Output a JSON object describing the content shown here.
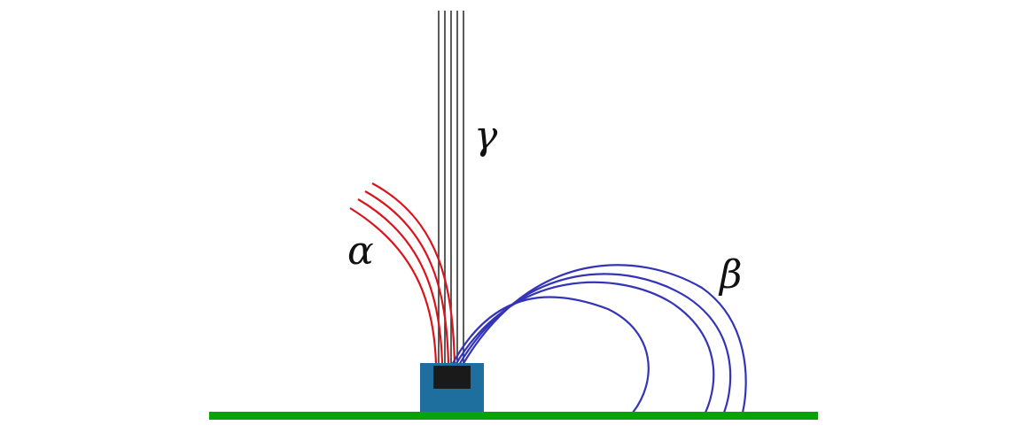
{
  "labels": {
    "alpha": "α",
    "beta": "β",
    "gamma": "γ"
  },
  "colors": {
    "background": "#ffffff",
    "ground": "#0aa10a",
    "source_box": "#1f6f9e",
    "source_core": "#1a1a1a",
    "alpha_rays": "#d9141b",
    "beta_rays": "#3434b8",
    "gamma_rays": "#333333"
  },
  "rays": {
    "alpha_count": 4,
    "beta_count": 4,
    "gamma_count": 5
  }
}
